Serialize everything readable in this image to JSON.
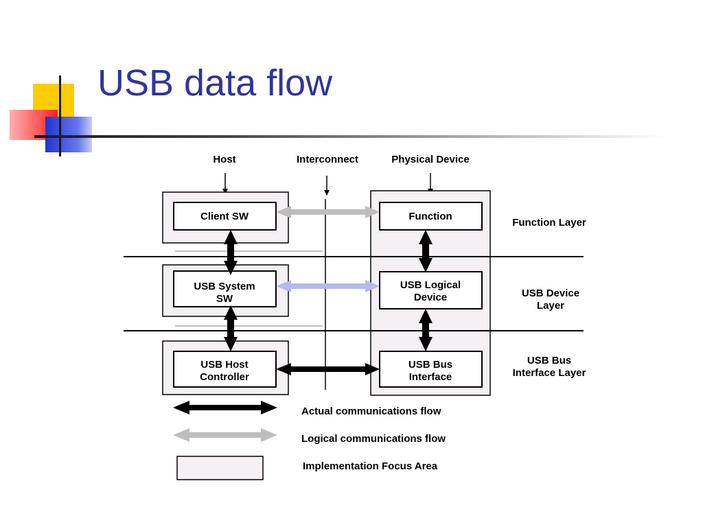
{
  "slide": {
    "title": "USB data flow"
  },
  "colors": {
    "title": "#333399",
    "accent_yellow": "#FFCC00",
    "accent_red": "#FF3333",
    "accent_blue": "#3333CC",
    "focus_area_fill": "#F4F0F4",
    "actual_flow": "#000000",
    "logical_flow_gray": "#BDBDBD",
    "logical_flow_lavender": "#B8B8EE"
  },
  "diagram": {
    "column_headers": {
      "host": "Host",
      "interconnect": "Interconnect",
      "physical_device": "Physical Device"
    },
    "host_blocks": {
      "client_sw": "Client SW",
      "usb_system_sw": [
        "USB System",
        "SW"
      ],
      "usb_host_controller": [
        "USB Host",
        "Controller"
      ]
    },
    "device_blocks": {
      "function": "Function",
      "usb_logical_device": [
        "USB Logical",
        "Device"
      ],
      "usb_bus_interface": [
        "USB Bus",
        "Interface"
      ]
    },
    "layers": {
      "function_layer": "Function Layer",
      "usb_device_layer": [
        "USB Device",
        "Layer"
      ],
      "usb_bus_interface_layer": [
        "USB Bus",
        "Interface Layer"
      ]
    },
    "legend": {
      "actual": "Actual communications flow",
      "logical": "Logical communications flow",
      "focus_area": "Implementation Focus Area"
    }
  }
}
